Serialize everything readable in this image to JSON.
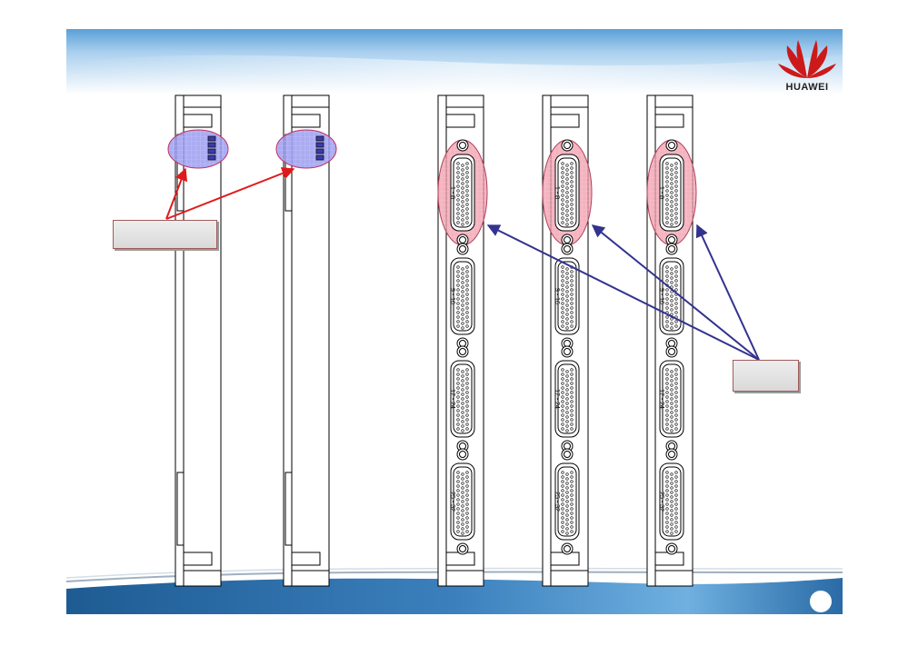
{
  "brand": {
    "name": "HUAWEI"
  },
  "boards": [
    {
      "type": "indicator",
      "leds": 4
    },
    {
      "type": "indicator",
      "leds": 4
    },
    {
      "type": "connector",
      "ports": [
        "1 - 8",
        "9 - 16",
        "17 - 24",
        "25 - 32"
      ]
    },
    {
      "type": "connector",
      "ports": [
        "1 - 8",
        "9 - 16",
        "17 - 24",
        "25 - 32"
      ]
    },
    {
      "type": "connector",
      "ports": [
        "1 - 8",
        "9 - 16",
        "17 - 24",
        "25 - 32"
      ]
    }
  ],
  "callouts": [
    {
      "label": "",
      "color": "#e01a1a",
      "targets": [
        0,
        1
      ]
    },
    {
      "label": "",
      "color": "#33338f",
      "targets": [
        2,
        3,
        4
      ]
    }
  ],
  "colors": {
    "header_blue": "#5aa0d8",
    "footer_blue": "#1f5f9a",
    "indicator_highlight": "#8f8fe8",
    "connector_highlight": "#e98a9a",
    "brand_red": "#cc1a1a"
  }
}
